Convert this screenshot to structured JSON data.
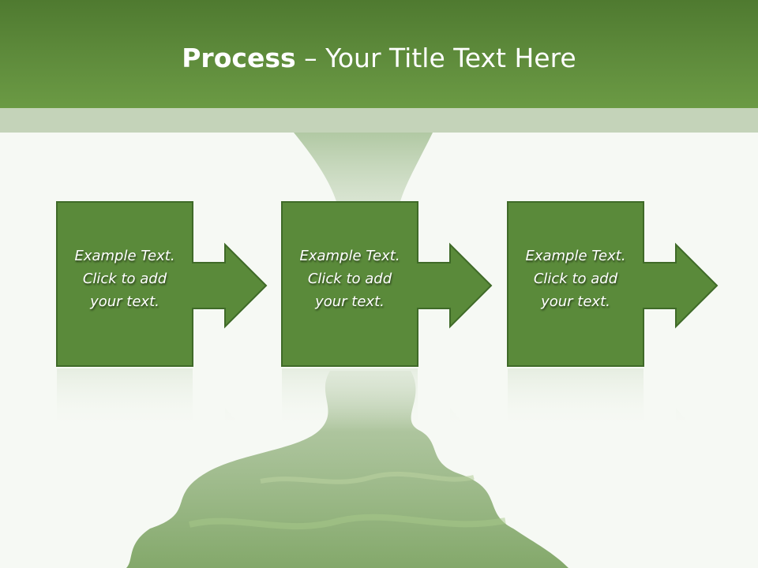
{
  "slide": {
    "title_bold": "Process",
    "title_rest": " – Your Title Text Here"
  },
  "steps": [
    {
      "lines": [
        "Example Text.",
        "Click  to add",
        "your text."
      ]
    },
    {
      "lines": [
        "Example Text.",
        "Click  to add",
        "your text."
      ]
    },
    {
      "lines": [
        "Example Text.",
        "Click  to add",
        "your text."
      ]
    }
  ],
  "colors": {
    "title_band": "#5f8c3c",
    "box_fill": "#5a8a3a",
    "box_border": "#3f6a28",
    "band_light": "#c4d3b9"
  }
}
